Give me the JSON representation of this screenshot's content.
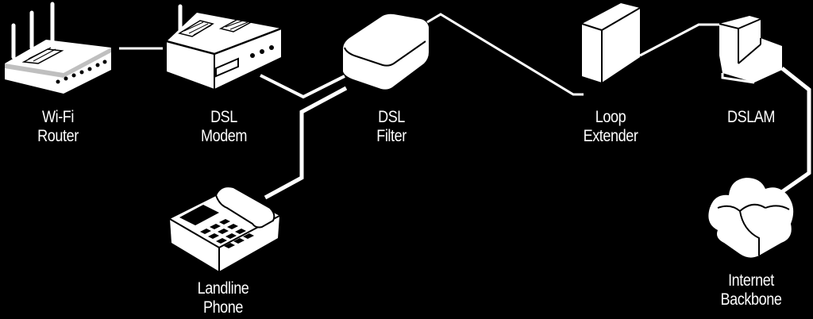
{
  "diagram": {
    "background": "#000000",
    "foreground": "#ffffff",
    "nodes": [
      {
        "id": "wifi-router",
        "icon": "wifi-router-icon",
        "label_lines": [
          "Wi-Fi",
          "Router"
        ]
      },
      {
        "id": "dsl-modem",
        "icon": "dsl-modem-icon",
        "label_lines": [
          "DSL",
          "Modem"
        ]
      },
      {
        "id": "dsl-filter",
        "icon": "dsl-filter-icon",
        "label_lines": [
          "DSL",
          "Filter"
        ]
      },
      {
        "id": "loop-extender",
        "icon": "loop-extender-icon",
        "label_lines": [
          "Loop",
          "Extender"
        ]
      },
      {
        "id": "dslam",
        "icon": "dslam-icon",
        "label_lines": [
          "DSLAM"
        ]
      },
      {
        "id": "landline-phone",
        "icon": "landline-phone-icon",
        "label_lines": [
          "Landline",
          "Phone"
        ]
      },
      {
        "id": "internet-backbone",
        "icon": "cloud-icon",
        "label_lines": [
          "Internet",
          "Backbone"
        ]
      }
    ],
    "connections": [
      {
        "from": "wifi-router",
        "to": "dsl-modem"
      },
      {
        "from": "dsl-modem",
        "to": "dsl-filter"
      },
      {
        "from": "landline-phone",
        "to": "dsl-filter"
      },
      {
        "from": "dsl-filter",
        "to": "loop-extender"
      },
      {
        "from": "loop-extender",
        "to": "dslam"
      },
      {
        "from": "dslam",
        "to": "internet-backbone"
      }
    ]
  }
}
